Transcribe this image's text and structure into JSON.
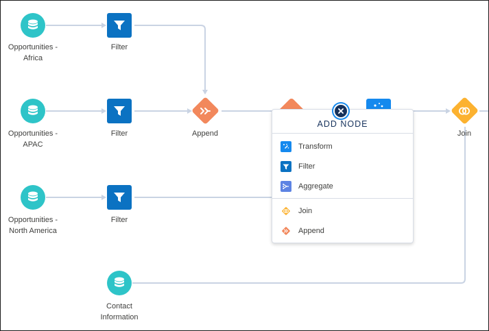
{
  "colors": {
    "dataset": "#2ec4c8",
    "filter": "#0b72c2",
    "append": "#f2885c",
    "join": "#fcb230",
    "transform": "#1589ee",
    "aggregate": "#5d83e3",
    "edge": "#c9d3e3",
    "title": "#16325c"
  },
  "nodes": {
    "opp_africa": {
      "label_line1": "Opportunities -",
      "label_line2": "Africa",
      "icon": "database-icon"
    },
    "opp_apac": {
      "label_line1": "Opportunities -",
      "label_line2": "APAC",
      "icon": "database-icon"
    },
    "opp_na": {
      "label_line1": "Opportunities -",
      "label_line2": "North America",
      "icon": "database-icon"
    },
    "contact_info": {
      "label_line1": "Contact",
      "label_line2": "Information",
      "icon": "database-icon"
    },
    "filter_africa": {
      "label": "Filter",
      "icon": "funnel-icon"
    },
    "filter_apac": {
      "label": "Filter",
      "icon": "funnel-icon"
    },
    "filter_na": {
      "label": "Filter",
      "icon": "funnel-icon"
    },
    "append": {
      "label": "Append",
      "icon": "append-icon"
    },
    "join": {
      "label": "Join",
      "icon": "join-icon"
    }
  },
  "add_node_popup": {
    "title": "ADD NODE",
    "items": [
      {
        "label": "Transform",
        "icon": "transform-icon"
      },
      {
        "label": "Filter",
        "icon": "funnel-icon"
      },
      {
        "label": "Aggregate",
        "icon": "aggregate-icon"
      },
      {
        "label": "Join",
        "icon": "join-icon"
      },
      {
        "label": "Append",
        "icon": "append-icon"
      }
    ],
    "close_icon": "close-icon"
  }
}
